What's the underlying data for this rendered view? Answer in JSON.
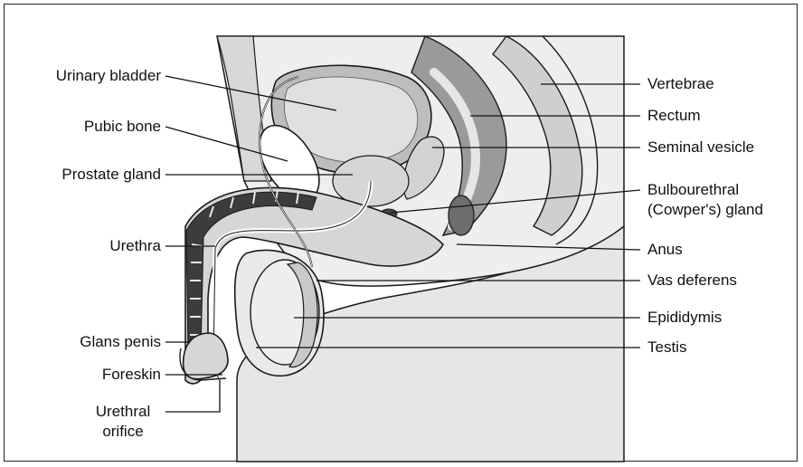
{
  "labels_left": {
    "urinary_bladder": "Urinary bladder",
    "pubic_bone": "Pubic bone",
    "prostate_gland": "Prostate gland",
    "urethra": "Urethra",
    "glans_penis": "Glans penis",
    "foreskin": "Foreskin",
    "urethral_orifice_line1": "Urethral",
    "urethral_orifice_line2": "orifice"
  },
  "labels_right": {
    "vertebrae": "Vertebrae",
    "rectum": "Rectum",
    "seminal_vesicle": "Seminal vesicle",
    "bulbourethral_line1": "Bulbourethral",
    "bulbourethral_line2": "(Cowper's) gland",
    "anus": "Anus",
    "vas_deferens": "Vas deferens",
    "epididymis": "Epididymis",
    "testis": "Testis"
  },
  "colors": {
    "outline": "#1a1a1a",
    "light_tissue": "#e6e6e6",
    "mid_tissue": "#bdbdbd",
    "dark_tissue": "#6e6e6e",
    "bone": "#cfcfcf",
    "white": "#ffffff"
  }
}
